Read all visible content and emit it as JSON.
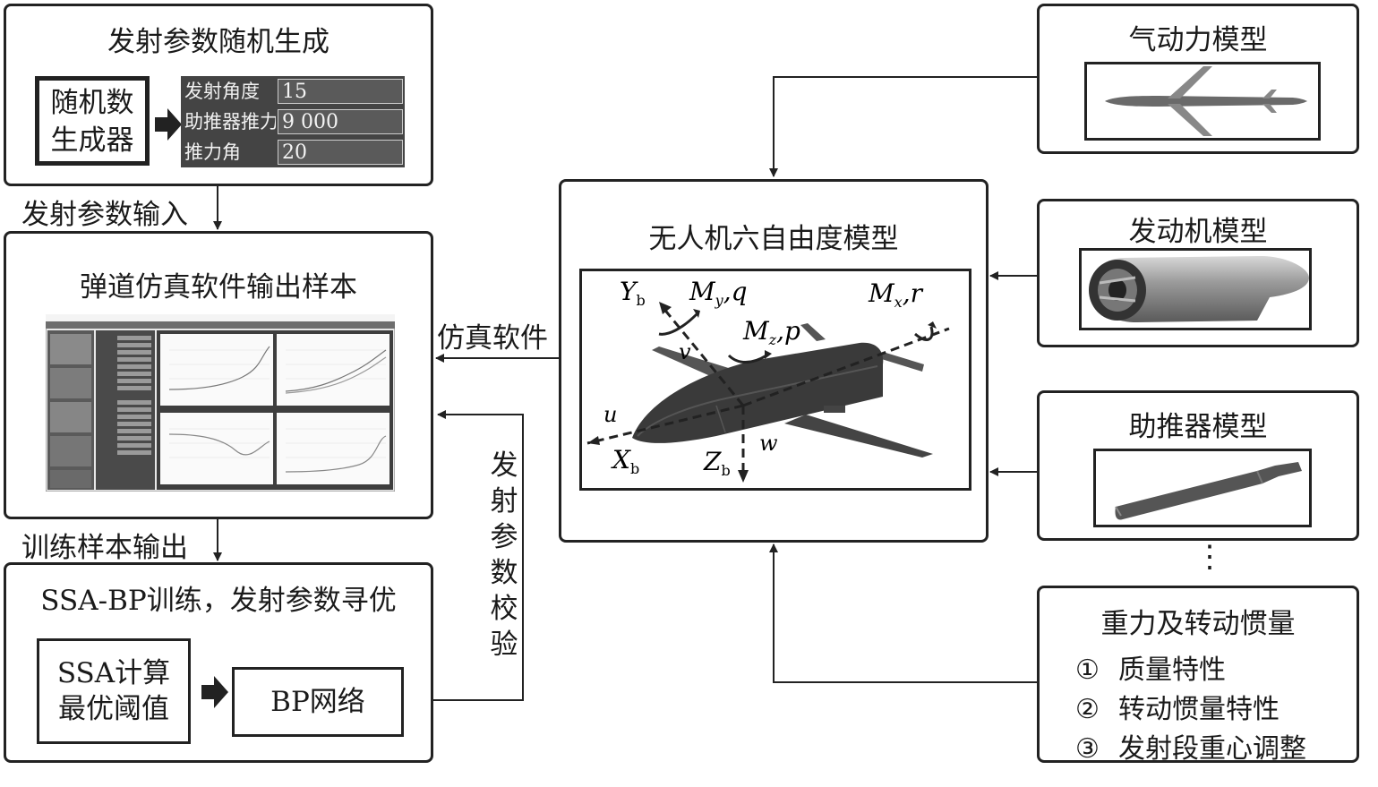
{
  "random_box": {
    "title": "发射参数随机生成",
    "generator_line1": "随机数",
    "generator_line2": "生成器",
    "params": [
      {
        "name": "发射角度",
        "value": "15"
      },
      {
        "name": "助推器推力",
        "value": "9 000"
      },
      {
        "name": "推力角",
        "value": "20"
      }
    ]
  },
  "arrows": {
    "param_input": "发射参数输入",
    "sample_output": "训练样本输出",
    "sim_software": "仿真软件",
    "verify": [
      "发",
      "射",
      "参",
      "数",
      "校",
      "验"
    ]
  },
  "sim_box": {
    "title": "弹道仿真软件输出样本"
  },
  "train_box": {
    "title": "SSA-BP训练，发射参数寻优",
    "ssa_line1": "SSA计算",
    "ssa_line2": "最优阈值",
    "bp": "BP网络"
  },
  "uav_box": {
    "title": "无人机六自由度模型",
    "axis_labels": {
      "yb": "Y",
      "yb_sub": "b",
      "my": "M",
      "my_sub": "y",
      "my_tail": ",q",
      "mz": "M",
      "mz_sub": "z",
      "mz_tail": ",p",
      "mx": "M",
      "mx_sub": "x",
      "mx_tail": ",r",
      "v": "v",
      "u": "u",
      "w": "w",
      "xb": "X",
      "xb_sub": "b",
      "zb": "Z",
      "zb_sub": "b"
    }
  },
  "aero_box": {
    "title": "气动力模型"
  },
  "engine_box": {
    "title": "发动机模型"
  },
  "booster_box": {
    "title": "助推器模型"
  },
  "ellipsis": "⋮",
  "gravity_box": {
    "title": "重力及转动惯量",
    "items": [
      {
        "num": "①",
        "text": "质量特性"
      },
      {
        "num": "②",
        "text": "转动惯量特性"
      },
      {
        "num": "③",
        "text": "发射段重心调整"
      }
    ]
  },
  "colors": {
    "line": "#222222",
    "panel_dark": "#444444"
  }
}
